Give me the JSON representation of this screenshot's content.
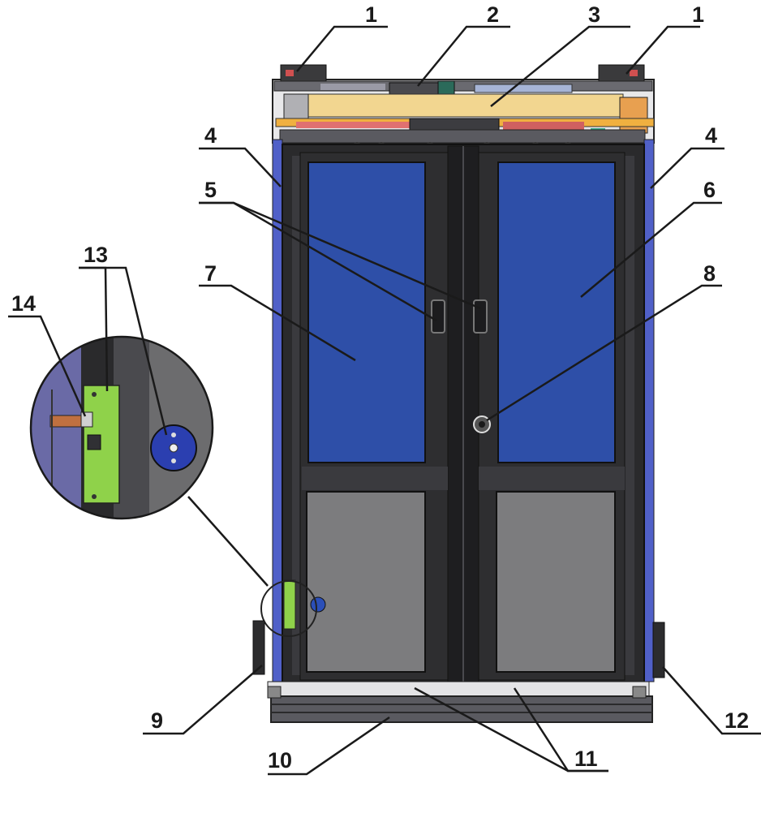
{
  "callouts": [
    {
      "id": "c1a",
      "text": "1",
      "part": "door-hanger"
    },
    {
      "id": "c1b",
      "text": "1",
      "part": "door-hanger"
    },
    {
      "id": "c2",
      "text": "2",
      "part": "drive-motor"
    },
    {
      "id": "c3",
      "text": "3",
      "part": "header-beam"
    },
    {
      "id": "c4a",
      "text": "4",
      "part": "side-jamb"
    },
    {
      "id": "c4b",
      "text": "4",
      "part": "side-jamb"
    },
    {
      "id": "c5",
      "text": "5",
      "part": "handles"
    },
    {
      "id": "c6",
      "text": "6",
      "part": "right-door-leaf"
    },
    {
      "id": "c7",
      "text": "7",
      "part": "left-door-leaf"
    },
    {
      "id": "c8",
      "text": "8",
      "part": "lock-cylinder"
    },
    {
      "id": "c9",
      "text": "9",
      "part": "left-floor-stop"
    },
    {
      "id": "c10",
      "text": "10",
      "part": "floor-track"
    },
    {
      "id": "c11",
      "text": "11",
      "part": "bottom-guides"
    },
    {
      "id": "c12",
      "text": "12",
      "part": "right-floor-stop"
    },
    {
      "id": "c13",
      "text": "13",
      "part": "latch-plate"
    },
    {
      "id": "c14",
      "text": "14",
      "part": "bolt"
    }
  ],
  "colors": {
    "glass": "#2e4fa8",
    "panel": "#7c7c7e",
    "frame": "#2a2a2c",
    "jamb": "#5060c8",
    "beam": "#f2d690",
    "latch": "#8fd24a"
  }
}
